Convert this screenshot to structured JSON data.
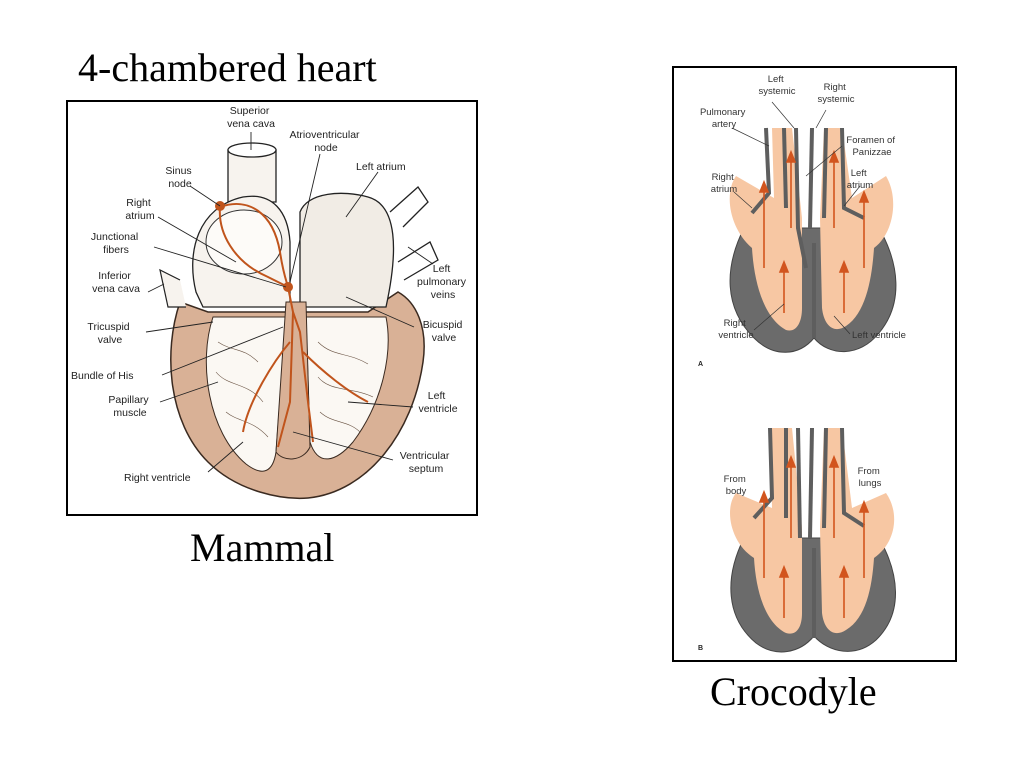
{
  "slide": {
    "title": "4-chambered heart"
  },
  "mammal": {
    "caption": "Mammal",
    "labels": {
      "superior_vena_cava": [
        "Superior",
        "vena cava"
      ],
      "atrioventricular_node": [
        "Atrioventricular",
        "node"
      ],
      "left_atrium": [
        "Left atrium"
      ],
      "sinus_node": [
        "Sinus",
        "node"
      ],
      "right_atrium": [
        "Right",
        "atrium"
      ],
      "junctional_fibers": [
        "Junctional",
        "fibers"
      ],
      "inferior_vena_cava": [
        "Inferior",
        "vena cava"
      ],
      "left_pulmonary_veins": [
        "Left",
        "pulmonary",
        "veins"
      ],
      "tricuspid_valve": [
        "Tricuspid",
        "valve"
      ],
      "bicuspid_valve": [
        "Bicuspid",
        "valve"
      ],
      "bundle_of_his": [
        "Bundle of His"
      ],
      "papillary_muscle": [
        "Papillary",
        "muscle"
      ],
      "left_ventricle": [
        "Left",
        "ventricle"
      ],
      "ventricular_septum": [
        "Ventricular",
        "septum"
      ],
      "right_ventricle": [
        "Right ventricle"
      ]
    }
  },
  "crocodile": {
    "caption": "Crocodyle",
    "figure_a": {
      "letter": "A",
      "labels": {
        "left_systemic": [
          "Left",
          "systemic"
        ],
        "right_systemic": [
          "Right",
          "systemic"
        ],
        "pulmonary_artery": [
          "Pulmonary",
          "artery"
        ],
        "foramen_of_panizzae": [
          "Foramen of",
          "Panizzae"
        ],
        "right_atrium": [
          "Right",
          "atrium"
        ],
        "left_atrium": [
          "Left",
          "atrium"
        ],
        "right_ventricle": [
          "Right",
          "ventricle"
        ],
        "left_ventricle": [
          "Left ventricle"
        ]
      }
    },
    "figure_b": {
      "letter": "B",
      "labels": {
        "from_body": [
          "From",
          "body"
        ],
        "from_lungs": [
          "From",
          "lungs"
        ]
      }
    }
  },
  "colors": {
    "heart_tan": "#d9b196",
    "chamber_white": "#f7f3ee",
    "conduction_orange": "#c0541c",
    "croc_wall_gray": "#6b6b6b",
    "croc_blood_peach": "#f7c7a3",
    "croc_arrow_orange": "#d2551e"
  }
}
